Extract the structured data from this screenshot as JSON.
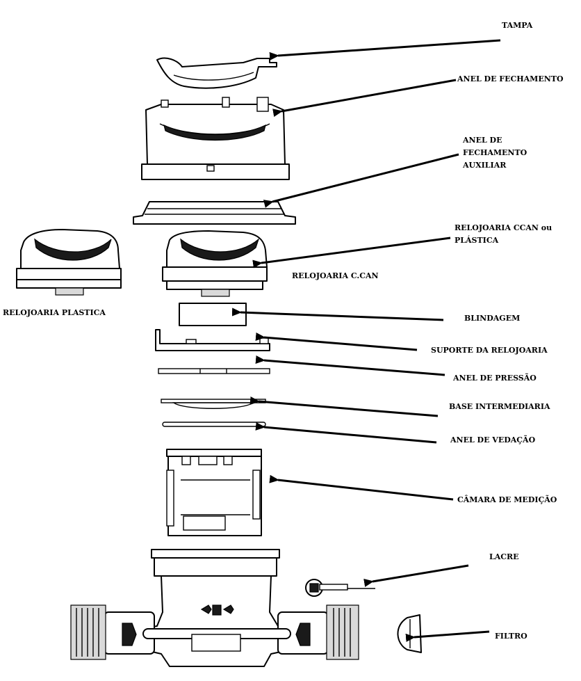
{
  "labels": {
    "tampa": "TAMPA",
    "anel_fechamento": "ANEL DE FECHAMENTO",
    "anel_fechamento_aux_1": "ANEL DE",
    "anel_fechamento_aux_2": "FECHAMENTO",
    "anel_fechamento_aux_3": "AUXILIAR",
    "relojoaria_ccan_ou_1": "RELOJOARIA CCAN ou",
    "relojoaria_ccan_ou_2": "PLÁSTICA",
    "relojoaria_c_can": "RELOJOARIA C.CAN",
    "relojoaria_plastica": "RELOJOARIA PLASTICA",
    "blindagem": "BLINDAGEM",
    "suporte_relojoaria": "SUPORTE DA RELOJOARIA",
    "anel_pressao": "ANEL DE PRESSÃO",
    "base_intermediaria": "BASE INTERMEDIARIA",
    "anel_vedacao": "ANEL DE VEDAÇÃO",
    "camara_medicao": "CÂMARA DE MEDIÇÃO",
    "lacre": "LACRE",
    "filtro": "FILTRO"
  }
}
